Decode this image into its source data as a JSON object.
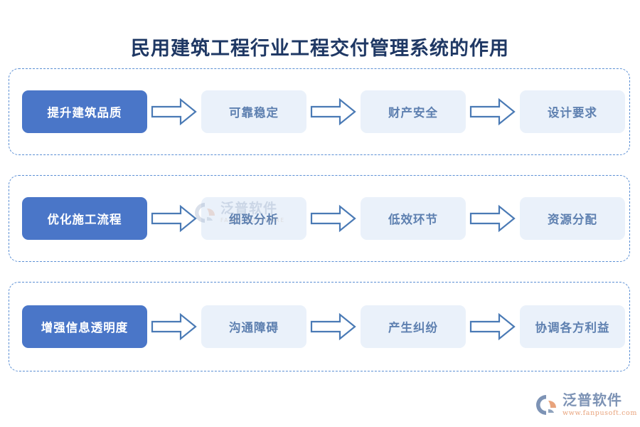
{
  "page": {
    "title": "民用建筑工程行业工程交付管理系统的作用",
    "background": "#ffffff"
  },
  "colors": {
    "title": "#1f3864",
    "primary_box": "#4a76c8",
    "primary_text": "#ffffff",
    "step_box": "#eaf1fa",
    "step_text": "#5e80b0",
    "arrow_stroke": "#4a7ab5",
    "dashed_border": "#5b8fd4",
    "brand_cn": "#7d93b5",
    "brand_url": "#e8a37c"
  },
  "rows": [
    {
      "id": "row-1",
      "primary": "提升建筑品质",
      "steps": [
        "可靠稳定",
        "财产安全",
        "设计要求"
      ]
    },
    {
      "id": "row-2",
      "primary": "优化施工流程",
      "steps": [
        "细致分析",
        "低效环节",
        "资源分配"
      ]
    },
    {
      "id": "row-3",
      "primary": "增强信息透明度",
      "steps": [
        "沟通障碍",
        "产生纠纷",
        "协调各方利益"
      ]
    }
  ],
  "watermark": {
    "cn": "泛普软件",
    "en": "FANPU SOFTWARE"
  },
  "brand": {
    "cn": "泛普软件",
    "url": "www.fanpusoft.com"
  }
}
